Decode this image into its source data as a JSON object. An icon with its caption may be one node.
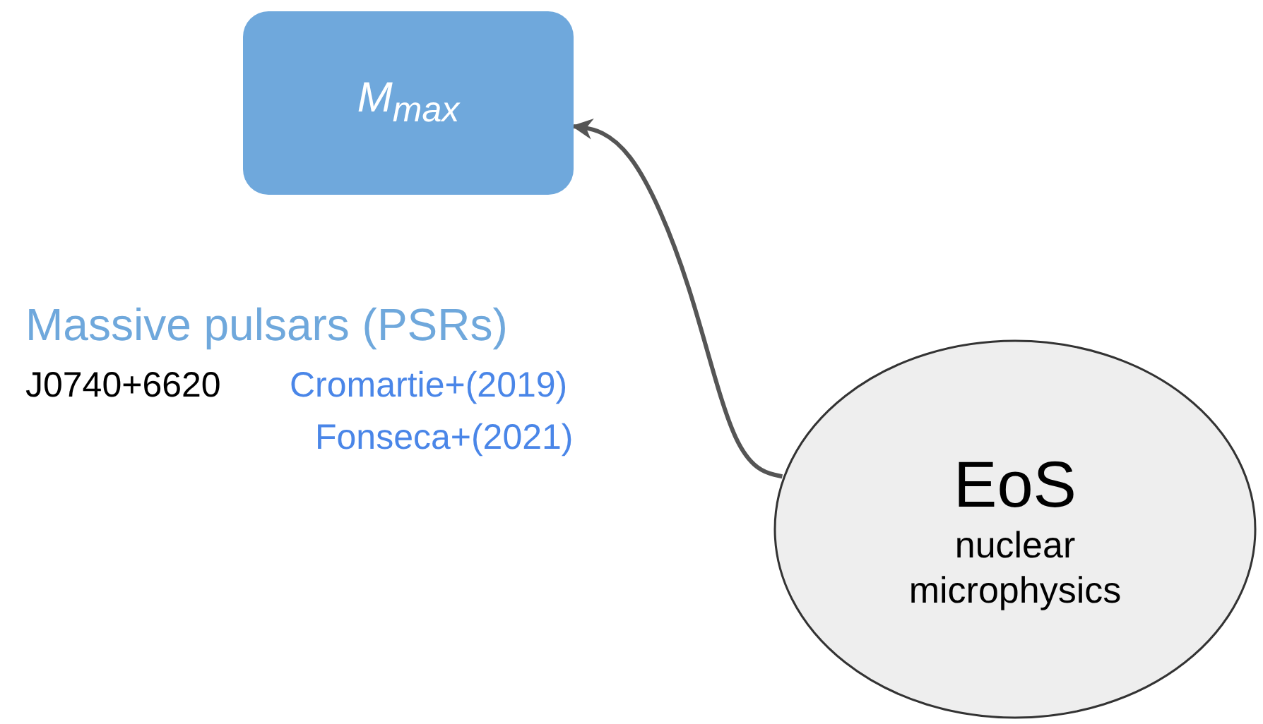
{
  "diagram": {
    "nodes": [
      {
        "text": [
          "M$_{max}$"
        ]
      },
      {
        "text": [
          "EoS",
          "nuclear microphysics"
        ]
      }
    ],
    "edges": [
      {
        "from": 1,
        "to": 0,
        "arrow": "to"
      }
    ],
    "labels": [
      "Massive pulsars (PSRs)",
      "J0740+6620",
      "Cromartie+(2019)",
      "Fonseca+(2021)"
    ]
  }
}
